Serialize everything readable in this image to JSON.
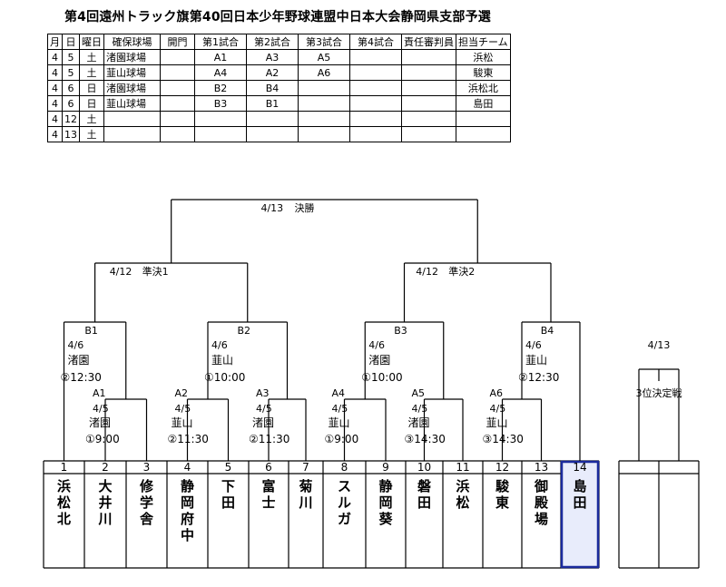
{
  "title": "第4回遠州トラック旗第40回日本少年野球連盟中日本大会静岡県支部予選",
  "schedule": {
    "headers": [
      "月",
      "日",
      "曜日",
      "確保球場",
      "開門",
      "第1試合",
      "第2試合",
      "第3試合",
      "第4試合",
      "責任審判員",
      "担当チーム"
    ],
    "rows": [
      [
        "4",
        "5",
        "土",
        "渚園球場",
        "",
        "A1",
        "A3",
        "A5",
        "",
        "",
        "浜松"
      ],
      [
        "4",
        "5",
        "土",
        "韮山球場",
        "",
        "A4",
        "A2",
        "A6",
        "",
        "",
        "駿東"
      ],
      [
        "4",
        "6",
        "日",
        "渚園球場",
        "",
        "B2",
        "B4",
        "",
        "",
        "",
        "浜松北"
      ],
      [
        "4",
        "6",
        "日",
        "韮山球場",
        "",
        "B3",
        "B1",
        "",
        "",
        "",
        "島田"
      ],
      [
        "4",
        "12",
        "土",
        "",
        "",
        "",
        "",
        "",
        "",
        "",
        ""
      ],
      [
        "4",
        "13",
        "土",
        "",
        "",
        "",
        "",
        "",
        "",
        "",
        ""
      ]
    ]
  },
  "bracket": {
    "final": {
      "date": "4/13",
      "name": "決勝"
    },
    "semis": [
      {
        "date": "4/12",
        "name": "準決1"
      },
      {
        "date": "4/12",
        "name": "準決2"
      }
    ],
    "round2": [
      {
        "code": "B1",
        "date": "4/6",
        "venue": "渚園",
        "time": "②12:30"
      },
      {
        "code": "B2",
        "date": "4/6",
        "venue": "韮山",
        "time": "①10:00"
      },
      {
        "code": "B3",
        "date": "4/6",
        "venue": "渚園",
        "time": "①10:00"
      },
      {
        "code": "B4",
        "date": "4/6",
        "venue": "韮山",
        "time": "②12:30"
      }
    ],
    "round1": [
      {
        "code": "A1",
        "date": "4/5",
        "venue": "渚園",
        "time": "①9:00"
      },
      {
        "code": "A2",
        "date": "4/5",
        "venue": "韮山",
        "time": "②11:30"
      },
      {
        "code": "A3",
        "date": "4/5",
        "venue": "渚園",
        "time": "②11:30"
      },
      {
        "code": "A4",
        "date": "4/5",
        "venue": "韮山",
        "time": "①9:00"
      },
      {
        "code": "A5",
        "date": "4/5",
        "venue": "渚園",
        "time": "③14:30"
      },
      {
        "code": "A6",
        "date": "4/5",
        "venue": "韮山",
        "time": "③14:30"
      }
    ],
    "third_place": {
      "date": "4/13",
      "name": "3位決定戦"
    }
  },
  "teams": [
    {
      "num": "1",
      "name": "浜松北"
    },
    {
      "num": "2",
      "name": "大井川"
    },
    {
      "num": "3",
      "name": "修学舎"
    },
    {
      "num": "4",
      "name": "静岡府中"
    },
    {
      "num": "5",
      "name": "下田"
    },
    {
      "num": "6",
      "name": "富士"
    },
    {
      "num": "7",
      "name": "菊川"
    },
    {
      "num": "8",
      "name": "スルガ"
    },
    {
      "num": "9",
      "name": "静岡葵"
    },
    {
      "num": "10",
      "name": "磐田"
    },
    {
      "num": "11",
      "name": "浜松"
    },
    {
      "num": "12",
      "name": "駿東"
    },
    {
      "num": "13",
      "name": "御殿場"
    },
    {
      "num": "14",
      "name": "島田"
    }
  ],
  "highlight_color": "#1a2a9c",
  "highlight_fill": "#e8ecfb"
}
